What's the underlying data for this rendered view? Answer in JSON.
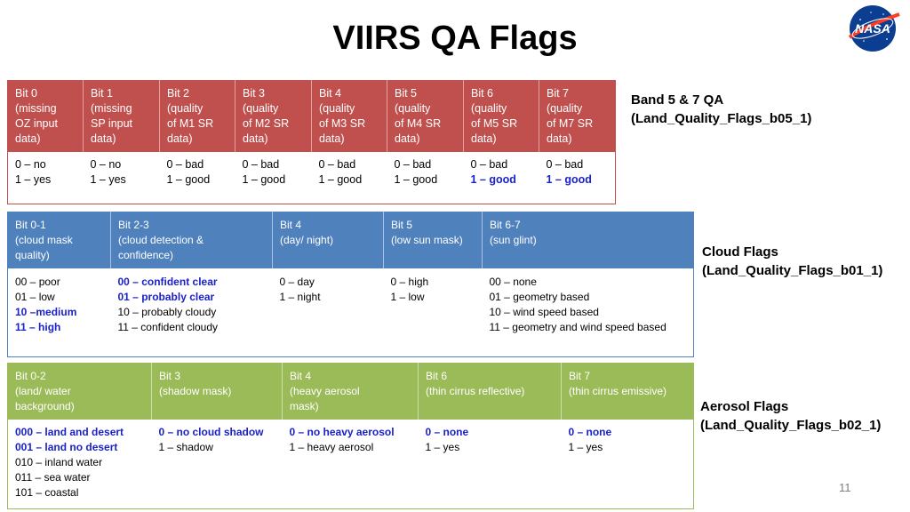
{
  "slide": {
    "title": "VIIRS QA Flags",
    "page_number": "11",
    "logo_text": "NASA"
  },
  "band": {
    "side_label_line1": "Band 5 & 7 QA",
    "side_label_line2": "(Land_Quality_Flags_b05_1)",
    "headers": [
      [
        "Bit 0",
        "(missing",
        "OZ input",
        "data)"
      ],
      [
        "Bit 1",
        "(missing",
        "SP input",
        "data)"
      ],
      [
        "Bit 2",
        "(quality",
        "of M1 SR",
        "data)"
      ],
      [
        "Bit 3",
        "(quality",
        "of M2 SR",
        "data)"
      ],
      [
        "Bit 4",
        "(quality",
        "of M3 SR",
        "data)"
      ],
      [
        "Bit 5",
        "(quality",
        "of M4 SR",
        "data)"
      ],
      [
        "Bit 6",
        "(quality",
        "of M5 SR",
        "data)"
      ],
      [
        "Bit 7",
        "(quality",
        "of M7 SR",
        "data)"
      ]
    ],
    "values": [
      [
        "0 – no",
        "1 – yes"
      ],
      [
        "0 – no",
        "1 – yes"
      ],
      [
        "0 – bad",
        "1 – good"
      ],
      [
        "0 – bad",
        "1 – good"
      ],
      [
        "0 – bad",
        "1 – good"
      ],
      [
        "0 – bad",
        "1 – good"
      ],
      [
        "0 – bad",
        "1 – good"
      ],
      [
        "0 – bad",
        "1 – good"
      ]
    ]
  },
  "cloud": {
    "side_label_line1": "Cloud Flags",
    "side_label_line2": "(Land_Quality_Flags_b01_1)",
    "headers": [
      [
        "Bit 0-1",
        "(cloud mask",
        "quality)"
      ],
      [
        "Bit 2-3",
        "(cloud detection &",
        "confidence)"
      ],
      [
        "Bit 4",
        "(day/ night)"
      ],
      [
        "Bit 5",
        "(low sun mask)"
      ],
      [
        "Bit 6-7",
        "(sun glint)"
      ]
    ],
    "values": [
      [
        "00 – poor",
        "01 – low",
        "10 –medium",
        "11 – high"
      ],
      [
        "00 – confident clear",
        "01 – probably clear",
        "10 – probably cloudy",
        "11 – confident cloudy"
      ],
      [
        "0 – day",
        "1 – night"
      ],
      [
        "0 – high",
        "1 – low"
      ],
      [
        "00 – none",
        "01 – geometry based",
        "10 – wind speed based",
        "11 – geometry and wind speed based"
      ]
    ]
  },
  "aerosol": {
    "side_label_line1": "Aerosol Flags",
    "side_label_line2": "(Land_Quality_Flags_b02_1)",
    "headers": [
      [
        "Bit 0-2",
        "(land/ water",
        "background)"
      ],
      [
        "Bit 3",
        "(shadow mask)"
      ],
      [
        "Bit 4",
        "(heavy aerosol",
        "mask)"
      ],
      [
        "Bit 6",
        "(thin cirrus reflective)"
      ],
      [
        "Bit 7",
        "(thin cirrus emissive)"
      ]
    ],
    "values": [
      [
        "000 – land and desert",
        "001 – land no desert",
        "010 – inland water",
        "011 – sea water",
        "101 – coastal"
      ],
      [
        "0 – no cloud shadow",
        "1 – shadow"
      ],
      [
        "0 – no heavy aerosol",
        "1 – heavy aerosol"
      ],
      [
        "0 – none",
        "1 – yes"
      ],
      [
        "0 – none",
        "1 – yes"
      ]
    ]
  },
  "colors": {
    "band_header": "#c0504d",
    "cloud_header": "#4f81bd",
    "aerosol_header": "#9bbb59",
    "highlight_text": "#1a22c8"
  }
}
